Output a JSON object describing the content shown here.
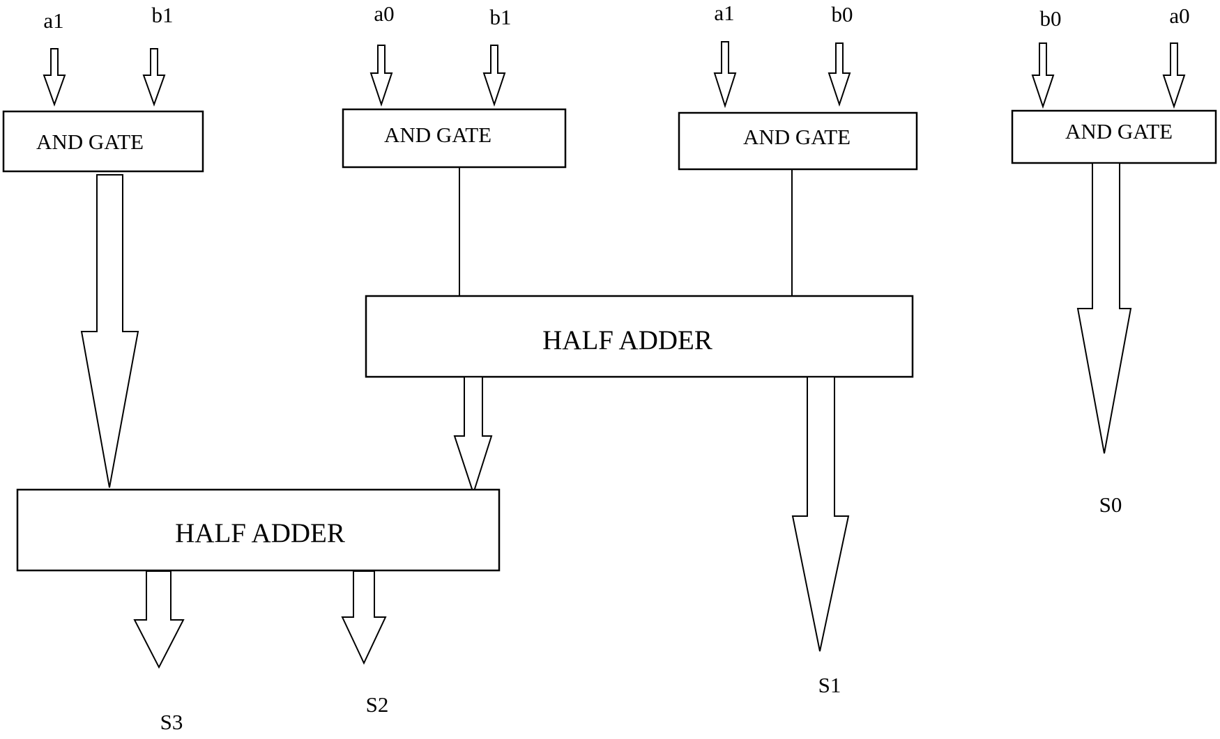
{
  "colors": {
    "background": "#ffffff",
    "stroke": "#000000",
    "text": "#000000"
  },
  "and_gates": [
    {
      "label": "AND GATE",
      "inputs": [
        "a1",
        "b1"
      ]
    },
    {
      "label": "AND GATE",
      "inputs": [
        "a0",
        "b1"
      ]
    },
    {
      "label": "AND GATE",
      "inputs": [
        "a1",
        "b0"
      ]
    },
    {
      "label": "AND GATE",
      "inputs": [
        "b0",
        "a0"
      ]
    }
  ],
  "half_adders": [
    {
      "label": "HALF ADDER"
    },
    {
      "label": "HALF ADDER"
    }
  ],
  "outputs": [
    "S3",
    "S2",
    "S1",
    "S0"
  ]
}
